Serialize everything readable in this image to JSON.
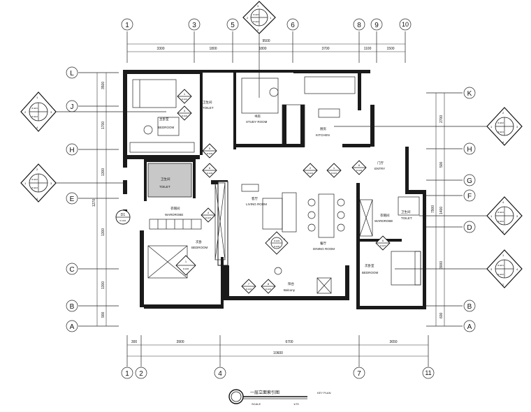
{
  "grid": {
    "top": [
      "1",
      "3",
      "5",
      "6",
      "8",
      "9",
      "10"
    ],
    "bottom": [
      "1",
      "2",
      "4",
      "7",
      "11"
    ],
    "left": [
      "L",
      "J",
      "H",
      "E",
      "C",
      "B",
      "A"
    ],
    "right": [
      "K",
      "H",
      "G",
      "F",
      "D",
      "B",
      "A"
    ]
  },
  "dims": {
    "top_total": "9500",
    "top_segments": [
      "3300",
      "1800",
      "1800",
      "3700",
      "1100",
      "1500"
    ],
    "bottom_total": "10600",
    "bottom_segments": [
      "300",
      "3900",
      "6700",
      "3650"
    ],
    "left_segments": [
      "3500",
      "1700",
      "1300",
      "1300",
      "1300",
      "900"
    ],
    "left_total": "1270",
    "right_segments": [
      "2700",
      "500",
      "1400",
      "3000",
      "600"
    ],
    "right_total": "7900"
  },
  "rooms": {
    "bedroom1_cn": "主卧室",
    "bedroom1_en": "BEDROOM",
    "study_cn": "书房",
    "study_en": "STUDY ROOM",
    "kitchen_cn": "厨房",
    "kitchen_en": "KITCHEN",
    "entry_cn": "门厅",
    "entry_en": "ENTRY",
    "toilet1_cn": "卫生间",
    "toilet1_en": "TOILET",
    "toilet2_cn": "卫生间",
    "toilet2_en": "TOILET",
    "toilet3_cn": "卫生间",
    "toilet3_en": "TOILET",
    "living_cn": "客厅",
    "living_en": "LIVING ROOM",
    "dining_cn": "餐厅",
    "dining_en": "DINING ROOM",
    "wardrobe1_cn": "衣帽间",
    "wardrobe1_en": "WARDROBE",
    "wardrobe2_cn": "衣帽间",
    "wardrobe2_en": "WARDROBE",
    "bedroom2_cn": "次卧",
    "bedroom2_en": "BEDROOM",
    "bedroom3_cn": "次卧室",
    "bedroom3_en": "BEDROOM",
    "balcony_cn": "阳台",
    "balcony_en": "Balcony"
  },
  "tags": {
    "e01": {
      "n": "1",
      "r": "IF-E01"
    },
    "e02": {
      "n": "2",
      "r": "IF-E02"
    },
    "e03": {
      "n": "3",
      "r": "IF-E03"
    },
    "e04": {
      "n": "4",
      "r": "IF-E04"
    },
    "e05": {
      "n": "5",
      "r": "IF-E05"
    },
    "e06": {
      "n": "6",
      "r": "IF-E06"
    },
    "e07": {
      "n": "7",
      "r": "IF-E07"
    },
    "e08": {
      "n": "8",
      "r": "IF-E08"
    },
    "d01": {
      "n": "D1",
      "r": "IF-D01"
    }
  },
  "legend": {
    "title": "一层立面索引图",
    "subtitle": "KEY PLAN",
    "scale_label": "SCALE",
    "scale_value": "1/70"
  }
}
